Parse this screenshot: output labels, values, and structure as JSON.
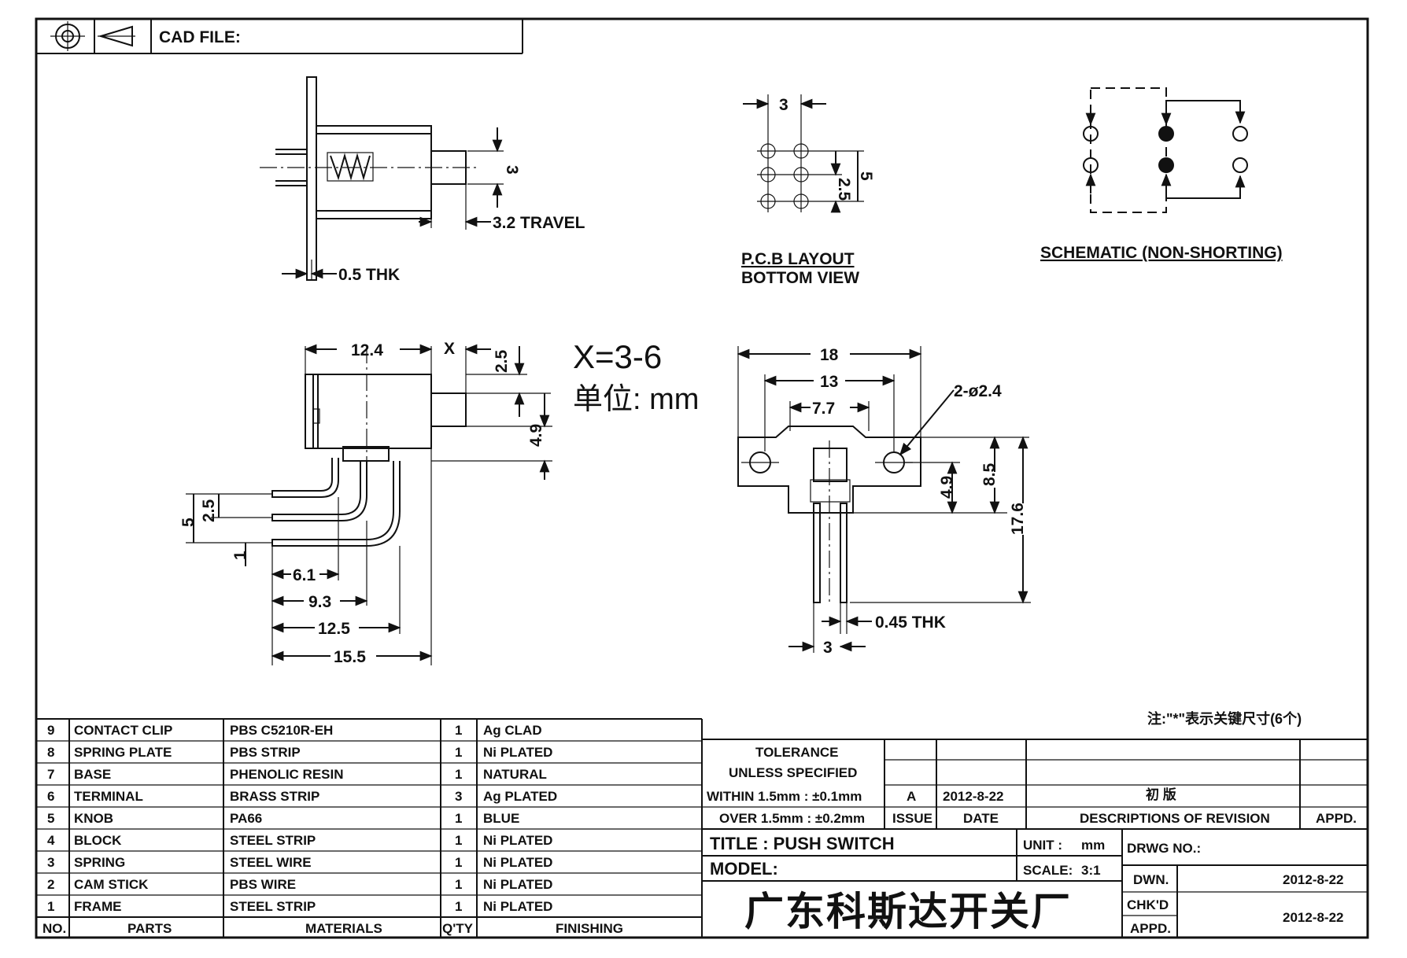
{
  "title_block": {
    "cad_file_label": "CAD FILE:",
    "tolerance_title": "TOLERANCE",
    "tolerance_subtitle": "UNLESS  SPECIFIED",
    "tolerance_line1": "WITHIN 1.5mm : ±0.1mm",
    "tolerance_line2": "OVER 1.5mm : ±0.2mm",
    "issue_label": "ISSUE",
    "date_label": "DATE",
    "desc_label": "DESCRIPTIONS OF REVISION",
    "appd_label": "APPD.",
    "revision": {
      "issue": "A",
      "date": "2012-8-22",
      "description": "初 版"
    },
    "title_line": "TITLE : PUSH  SWITCH",
    "model_label": "MODEL:",
    "unit_label": "UNIT :",
    "unit_value": "mm",
    "scale_label": "SCALE:",
    "scale_value": "3:1",
    "drwg_no_label": "DRWG NO.:",
    "dwn_label": "DWN.",
    "dwn_date": "2012-8-22",
    "chkd_label": "CHK'D",
    "appd2_label": "APPD.",
    "chk_date": "2012-8-22",
    "company": "广东科斯达开关厂"
  },
  "note": "注:\"*\"表示关键尺寸(6个)",
  "x_note": "X=3-6",
  "unit_note": "单位: mm",
  "views": {
    "side_top": {
      "thk": "0.5 THK",
      "travel": "3.2 TRAVEL",
      "height": "3"
    },
    "pcb": {
      "pitch_x": "3",
      "pitch_y1": "2.5",
      "pitch_y2": "5",
      "caption1": "P.C.B LAYOUT",
      "caption2": "BOTTOM VIEW"
    },
    "schematic": {
      "caption": "SCHEMATIC (NON-SHORTING)"
    },
    "side_main": {
      "width": "12.4",
      "x": "X",
      "d25": "2.5",
      "d49": "4.9",
      "left5": "5",
      "left25": "2.5",
      "left1": "1",
      "d61": "6.1",
      "d93": "9.3",
      "d125": "12.5",
      "d155": "15.5"
    },
    "front": {
      "w18": "18",
      "w13": "13",
      "w77": "7.7",
      "holes": "2-ø2.4",
      "h49": "4.9",
      "h85": "8.5",
      "h176": "17.6",
      "thk": "0.45 THK",
      "pitch": "3"
    }
  },
  "bom": {
    "headers": [
      "NO.",
      "PARTS",
      "MATERIALS",
      "Q'TY",
      "FINISHING"
    ],
    "rows": [
      {
        "no": "9",
        "part": "CONTACT CLIP",
        "material": "PBS C5210R-EH",
        "qty": "1",
        "finish": "Ag CLAD"
      },
      {
        "no": "8",
        "part": "SPRING PLATE",
        "material": "PBS STRIP",
        "qty": "1",
        "finish": "Ni PLATED"
      },
      {
        "no": "7",
        "part": "BASE",
        "material": "PHENOLIC RESIN",
        "qty": "1",
        "finish": "NATURAL"
      },
      {
        "no": "6",
        "part": "TERMINAL",
        "material": "BRASS STRIP",
        "qty": "3",
        "finish": "Ag PLATED"
      },
      {
        "no": "5",
        "part": "KNOB",
        "material": "PA66",
        "qty": "1",
        "finish": "BLUE"
      },
      {
        "no": "4",
        "part": "BLOCK",
        "material": "STEEL STRIP",
        "qty": "1",
        "finish": "Ni PLATED"
      },
      {
        "no": "3",
        "part": "SPRING",
        "material": "STEEL WIRE",
        "qty": "1",
        "finish": "Ni PLATED"
      },
      {
        "no": "2",
        "part": "CAM STICK",
        "material": "PBS WIRE",
        "qty": "1",
        "finish": "Ni PLATED"
      },
      {
        "no": "1",
        "part": "FRAME",
        "material": "STEEL STRIP",
        "qty": "1",
        "finish": "Ni PLATED"
      }
    ]
  }
}
